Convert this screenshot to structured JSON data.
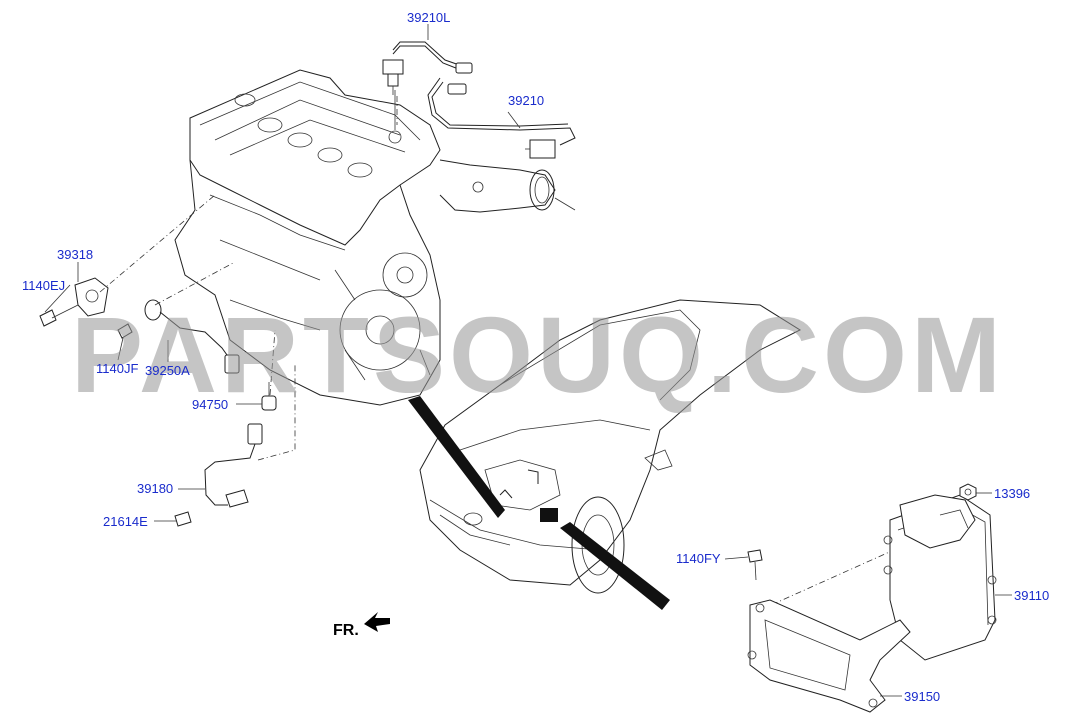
{
  "watermark": "PARTSOUQ.COM",
  "direction_label": "FR.",
  "parts": {
    "p39210L": "39210L",
    "p39210": "39210",
    "p39318": "39318",
    "p1140EJ": "1140EJ",
    "p1140JF": "1140JF",
    "p39250A": "39250A",
    "p94750": "94750",
    "p39180": "39180",
    "p21614E": "21614E",
    "p13396": "13396",
    "p1140FY": "1140FY",
    "p39110": "39110",
    "p39150": "39150"
  },
  "colors": {
    "label": "#1a2ccc",
    "watermark": "#969696",
    "lines": "#222222"
  }
}
